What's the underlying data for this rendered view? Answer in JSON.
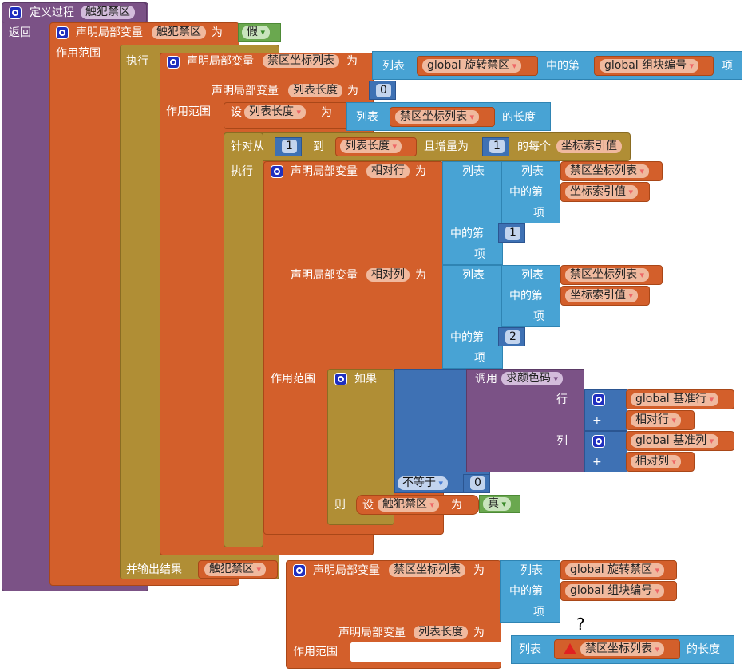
{
  "procedure": {
    "header": "定义过程",
    "name": "触犯禁区",
    "return_label": "返回"
  },
  "outer_local": {
    "declare_label": "声明局部变量",
    "var_name": "触犯禁区",
    "as_label": "为",
    "init_value": "假",
    "scope_label": "作用范围"
  },
  "do_block": {
    "do_label": "执行",
    "result_label": "并输出结果",
    "result_var": "触犯禁区"
  },
  "inner_local": {
    "declare_label": "声明局部变量",
    "var1_name": "禁区坐标列表",
    "as_label": "为",
    "list_label": "列表",
    "list_source": "global 旋转禁区",
    "index_label": "中的第",
    "index_source": "global 组块编号",
    "item_label": "项",
    "var2_name": "列表长度",
    "var2_value": "0",
    "scope_label": "作用范围"
  },
  "set_len": {
    "set_label": "设",
    "var": "列表长度",
    "as_label": "为",
    "list_label": "列表",
    "list_var": "禁区坐标列表",
    "length_label": "的长度"
  },
  "for_loop": {
    "from_label": "针对从",
    "from_value": "1",
    "to_label": "到",
    "to_var": "列表长度",
    "step_label": "且增量为",
    "step_value": "1",
    "each_label": "的每个",
    "loop_var": "坐标索引值",
    "do_label": "执行"
  },
  "loop_locals": {
    "declare_label": "声明局部变量",
    "row_var": "相对行",
    "col_var": "相对列",
    "as_label": "为",
    "list_label": "列表",
    "index_label": "中的第",
    "item_label": "项",
    "inner_list_var": "禁区坐标列表",
    "inner_index_var": "坐标索引值",
    "row_index": "1",
    "col_index": "2",
    "scope_label": "作用范围"
  },
  "if_block": {
    "if_label": "如果",
    "call_label": "调用",
    "call_proc": "求颜色码",
    "row_label": "行",
    "col_label": "列",
    "base_row": "global 基准行",
    "rel_row": "相对行",
    "base_col": "global 基准列",
    "rel_col": "相对列",
    "plus": "+",
    "compare_op": "不等于",
    "compare_value": "0",
    "then_label": "则",
    "set_label": "设",
    "set_var": "触犯禁区",
    "as_label": "为",
    "set_value": "真"
  },
  "floating": {
    "declare_label": "声明局部变量",
    "var1_name": "禁区坐标列表",
    "as_label": "为",
    "list_label": "列表",
    "list_source": "global 旋转禁区",
    "index_label": "中的第",
    "index_source": "global 组块编号",
    "item_label": "项",
    "var2_name": "列表长度",
    "scope_label": "作用范围",
    "question_mark": "?",
    "detached_list_label": "列表",
    "detached_list_var": "禁区坐标列表",
    "detached_length_label": "的长度"
  }
}
